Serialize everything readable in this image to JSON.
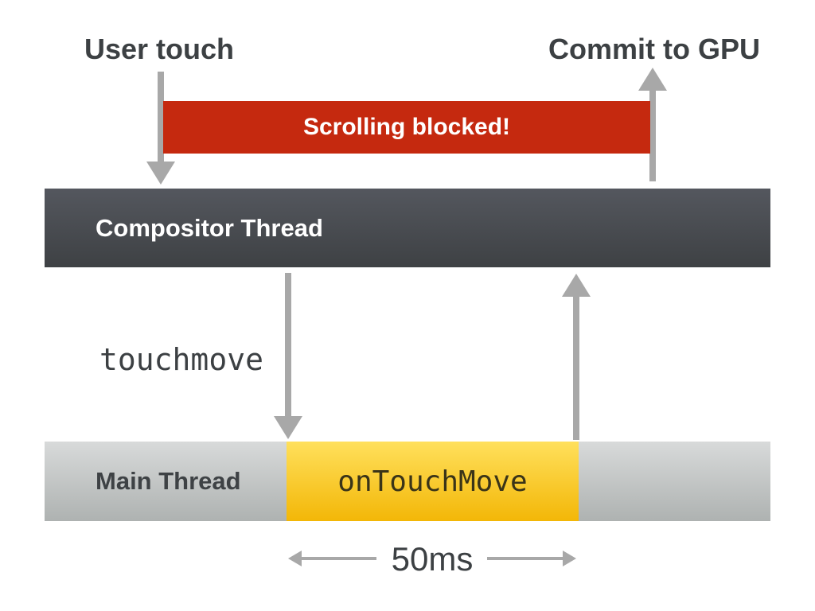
{
  "diagram": {
    "user_touch_label": "User touch",
    "commit_label": "Commit to GPU",
    "blocked_banner": "Scrolling blocked!",
    "compositor_bar_label": "Compositor Thread",
    "event_label": "touchmove",
    "main_bar_label": "Main Thread",
    "handler_label": "onTouchMove",
    "duration_label": "50ms"
  },
  "icons": {
    "down-arrow": "css-triangle-down",
    "up-arrow": "css-triangle-up",
    "left-arrow": "css-triangle-left",
    "right-arrow": "css-triangle-right"
  },
  "colors": {
    "background": "#ffffff",
    "label_text": "#3c4043",
    "arrow": "#a8a8a8",
    "red_bar": "#c5290f",
    "red_bar_text": "#ffffff",
    "compositor_top": "#54575e",
    "compositor_bottom": "#3e4144",
    "compositor_text": "#ffffff",
    "main_top": "#d8dada",
    "main_bottom": "#aeb2b1",
    "main_text": "#3e4245",
    "yellow_top": "#ffe05c",
    "yellow_bottom": "#f3b707",
    "yellow_text": "#3a3418"
  }
}
